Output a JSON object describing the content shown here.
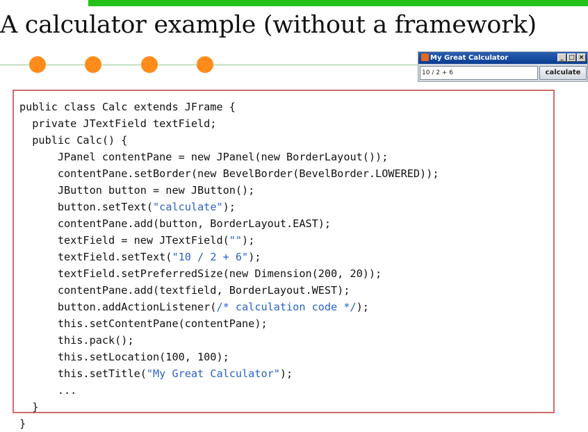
{
  "slide": {
    "title": "A calculator example (without a framework)"
  },
  "window": {
    "title": "My Great Calculator",
    "controls": [
      "_",
      "□",
      "×"
    ],
    "field_value": "10 / 2 + 6",
    "button_label": "calculate"
  },
  "code": {
    "lines": [
      [
        {
          "t": "public class Calc extends JFrame {"
        }
      ],
      [
        {
          "t": "  private JTextField textField;"
        }
      ],
      [
        {
          "t": "  public Calc() {"
        }
      ],
      [
        {
          "t": "      JPanel contentPane = new JPanel(new BorderLayout());"
        }
      ],
      [
        {
          "t": "      contentPane.setBorder(new BevelBorder(BevelBorder.LOWERED));"
        }
      ],
      [
        {
          "t": "      JButton button = new JButton();"
        }
      ],
      [
        {
          "t": "      button.setText("
        },
        {
          "t": "\"calculate\"",
          "s": 1
        },
        {
          "t": ");"
        }
      ],
      [
        {
          "t": "      contentPane.add(button, BorderLayout.EAST);"
        }
      ],
      [
        {
          "t": "      textField = new JTextField("
        },
        {
          "t": "\"\"",
          "s": 1
        },
        {
          "t": ");"
        }
      ],
      [
        {
          "t": "      textField.setText("
        },
        {
          "t": "\"10 / 2 + 6\"",
          "s": 1
        },
        {
          "t": ");"
        }
      ],
      [
        {
          "t": "      textField.setPreferredSize(new Dimension(200, 20));"
        }
      ],
      [
        {
          "t": "      contentPane.add(textfield, BorderLayout.WEST);"
        }
      ],
      [
        {
          "t": "      button.addActionListener("
        },
        {
          "t": "/* calculation code */",
          "s": 1
        },
        {
          "t": ");"
        }
      ],
      [
        {
          "t": "      this.setContentPane(contentPane);"
        }
      ],
      [
        {
          "t": "      this.pack();"
        }
      ],
      [
        {
          "t": "      this.setLocation(100, 100);"
        }
      ],
      [
        {
          "t": "      this.setTitle("
        },
        {
          "t": "\"My Great Calculator\"",
          "s": 1
        },
        {
          "t": ");"
        }
      ],
      [
        {
          "t": "      ..."
        }
      ],
      [
        {
          "t": "  }"
        }
      ],
      [
        {
          "t": "}"
        }
      ]
    ]
  },
  "colors": {
    "top_bar": "#22c21a",
    "dots": "#ff8c1a",
    "code_border": "#d16b6b",
    "string_literal": "#2a62c9"
  }
}
